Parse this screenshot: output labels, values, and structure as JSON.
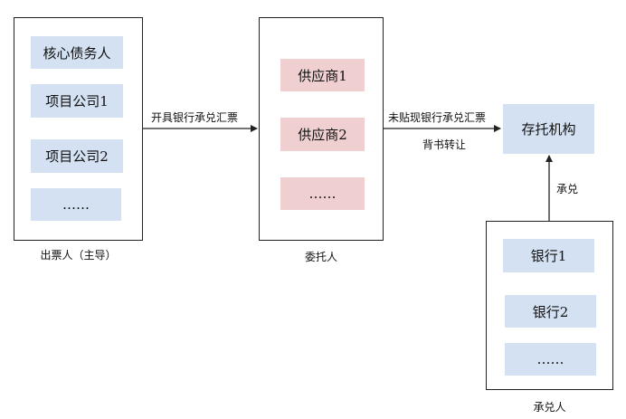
{
  "issuer": {
    "caption": "出票人（主导）",
    "items": [
      "核心债务人",
      "项目公司1",
      "项目公司2",
      "……"
    ]
  },
  "trustee": {
    "caption": "委托人",
    "items": [
      "供应商1",
      "供应商2",
      "……"
    ]
  },
  "custody": {
    "label": "存托机构"
  },
  "acceptor": {
    "caption": "承兑人",
    "items": [
      "银行1",
      "银行2",
      "……"
    ]
  },
  "edges": {
    "issue": "开具银行承兑汇票",
    "unpaid": "未贴现银行承兑汇票",
    "endorse": "背书转让",
    "accept": "承兑"
  }
}
